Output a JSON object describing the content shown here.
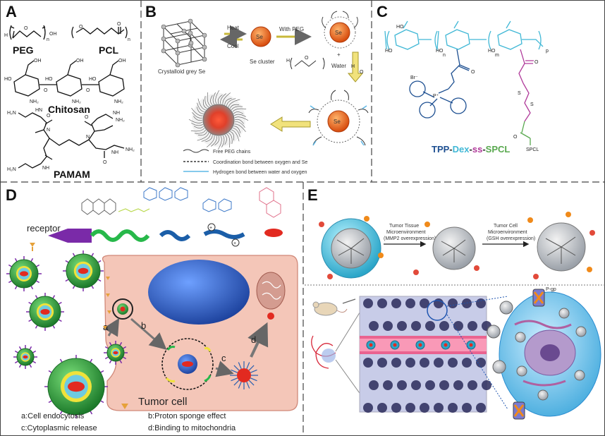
{
  "panels": {
    "a": {
      "label": "A",
      "peg": "PEG",
      "pcl": "PCL",
      "chitosan": "Chitosan",
      "pamam": "PAMAM",
      "chem_oh": "OH",
      "chem_ho": "HO",
      "chem_nh2": "NH₂",
      "chem_h2n": "H₂N",
      "chem_o": "O",
      "chem_n": "N",
      "chem_h": "H",
      "chem_nh": "NH",
      "chem_hn": "HN",
      "chem_n_sub": "n"
    },
    "b": {
      "label": "B",
      "heat": "Heat",
      "cool": "Cool",
      "with_peg": "With PEG",
      "se": "Se",
      "crystalloid": "Crystalloid grey Se",
      "se_cluster": "Se cluster",
      "plus": "+",
      "water": "Water",
      "h": "H",
      "o": "O",
      "legend_free": "Free PEG chains",
      "legend_coord": "Coordination bond between oxygen and Se",
      "legend_hydrogen": "Hydrogen bond between water and oxygen"
    },
    "c": {
      "label": "C",
      "tpp": "TPP",
      "dex": "Dex",
      "ss": "ss",
      "spcl": "SPCL",
      "dash": "-",
      "br": "Br⁻",
      "p_plus": "P⁺",
      "spcl_group": "SPCL",
      "ho": "HO",
      "o": "O",
      "n": "n",
      "m": "m",
      "p": "p",
      "s": "S"
    },
    "d": {
      "label": "D",
      "receptor": "receptor",
      "tumor_cell": "Tumor cell",
      "step_a": "a",
      "step_b": "b",
      "step_c": "c",
      "step_d": "d",
      "caption_a": "a:Cell endocytosis",
      "caption_b": "b:Proton sponge effect",
      "caption_c": "c:Cytoplasmic release",
      "caption_d": "d:Binding to mitochondria",
      "plus": "+"
    },
    "e": {
      "label": "E",
      "arrow1_l1": "Tumor Tissue",
      "arrow1_l2": "Microenvironment",
      "arrow1_l3": "(MMP2 overexpression)",
      "arrow2_l1": "Tumor Cell",
      "arrow2_l2": "Microenvironment",
      "arrow2_l3": "(GSH overexpression)",
      "pgp": "P-gp"
    }
  },
  "colors": {
    "border": "#444444",
    "cell_fill": "#f4c6b8",
    "nucleus": "#2f66c8",
    "nanoparticle": "#2e9a3a",
    "tpp_blue": "#1d4f91",
    "dex_cyan": "#41b8d6",
    "ss_purple": "#b03a9a",
    "spcl_green": "#58a84e",
    "se_orange": "#e8681c"
  }
}
